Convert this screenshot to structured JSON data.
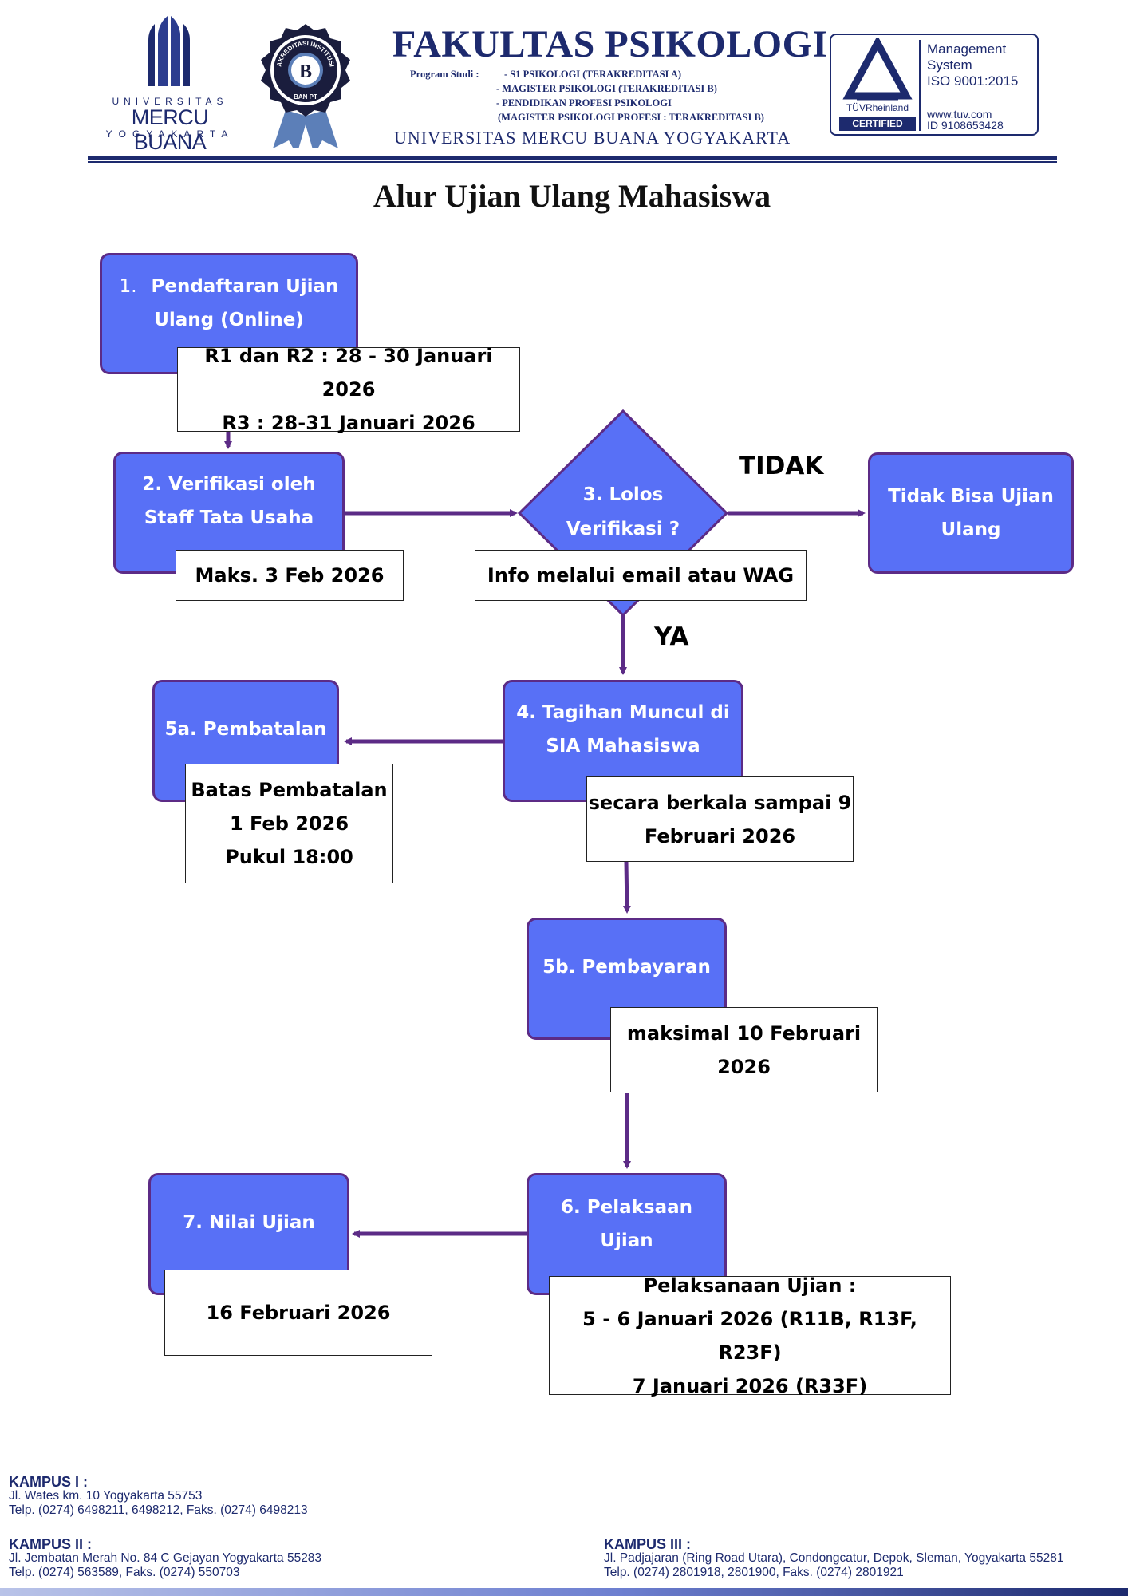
{
  "header": {
    "logo": {
      "universitas": "UNIVERSITAS",
      "mercu_buana": "MERCU BUANA",
      "yogyakarta": "YOGYAKARTA"
    },
    "seal": {
      "top_text": "AKREDITASI INSTITUSI",
      "letter": "B",
      "bottom_text": "BAN PT"
    },
    "faculty_title": "FAKULTAS PSIKOLOGI",
    "program_label": "Program Studi :",
    "programs": [
      "- S1 PSIKOLOGI (TERAKREDITASI A)",
      "- MAGISTER PSIKOLOGI (TERAKREDITASI B)",
      "- PENDIDIKAN PROFESI PSIKOLOGI",
      "(MAGISTER PSIKOLOGI PROFESI : TERAKREDITASI B)"
    ],
    "university_name": "UNIVERSITAS MERCU BUANA YOGYAKARTA",
    "certification": {
      "brand": "TÜVRheinland",
      "badge": "CERTIFIED",
      "system_lines": [
        "Management",
        "System",
        "ISO 9001:2015"
      ],
      "website": "www.tuv.com",
      "id": "ID 9108653428"
    }
  },
  "page_title": "Alur Ujian Ulang Mahasiswa",
  "flow": {
    "step1": {
      "number": "1.",
      "label": "Pendaftaran Ujian",
      "label2": "Ulang (Online)"
    },
    "step1_note": [
      "R1 dan R2 : 28 - 30 Januari 2026",
      "R3 : 28-31 Januari 2026"
    ],
    "step2": [
      "2. Verifikasi oleh",
      "Staff Tata Usaha"
    ],
    "step2_note": "Maks. 3 Feb 2026",
    "step3": [
      "3. Lolos",
      "Verifikasi ?"
    ],
    "step3_note": "Info melalui email atau WAG",
    "label_no": "TIDAK",
    "label_yes": "YA",
    "reject": [
      "Tidak Bisa Ujian",
      "Ulang"
    ],
    "step4": [
      "4. Tagihan Muncul di",
      "SIA Mahasiswa"
    ],
    "step4_note": [
      "secara berkala sampai 9",
      "Februari 2026"
    ],
    "step5a": "5a. Pembatalan",
    "step5a_note": [
      "Batas Pembatalan",
      "1 Feb 2026",
      "Pukul 18:00"
    ],
    "step5b": "5b. Pembayaran",
    "step5b_note": [
      "maksimal 10 Februari",
      "2026"
    ],
    "step6": [
      "6. Pelaksaan",
      "Ujian"
    ],
    "step6_note": [
      "Pelaksanaan Ujian :",
      "5 - 6 Januari 2026 (R11B, R13F, R23F)",
      "7 Januari 2026 (R33F)"
    ],
    "step7": "7. Nilai Ujian",
    "step7_note": "16 Februari 2026"
  },
  "colors": {
    "node_fill": "#5870f6",
    "node_border": "#5c2b86",
    "arrow": "#5c2b86",
    "brand": "#1d2a6e"
  },
  "footer": {
    "kampus1": {
      "title": "KAMPUS I :",
      "address": "Jl. Wates km. 10 Yogyakarta 55753",
      "phone": "Telp. (0274) 6498211, 6498212, Faks. (0274) 6498213"
    },
    "kampus2": {
      "title": "KAMPUS II :",
      "address": "Jl. Jembatan Merah No. 84 C Gejayan Yogyakarta 55283",
      "phone": "Telp. (0274) 563589, Faks. (0274) 550703"
    },
    "kampus3": {
      "title": "KAMPUS III :",
      "address": "Jl. Padjajaran (Ring Road Utara), Condongcatur, Depok, Sleman, Yogyakarta 55281",
      "phone": "Telp. (0274) 2801918, 2801900, Faks. (0274) 2801921"
    }
  }
}
